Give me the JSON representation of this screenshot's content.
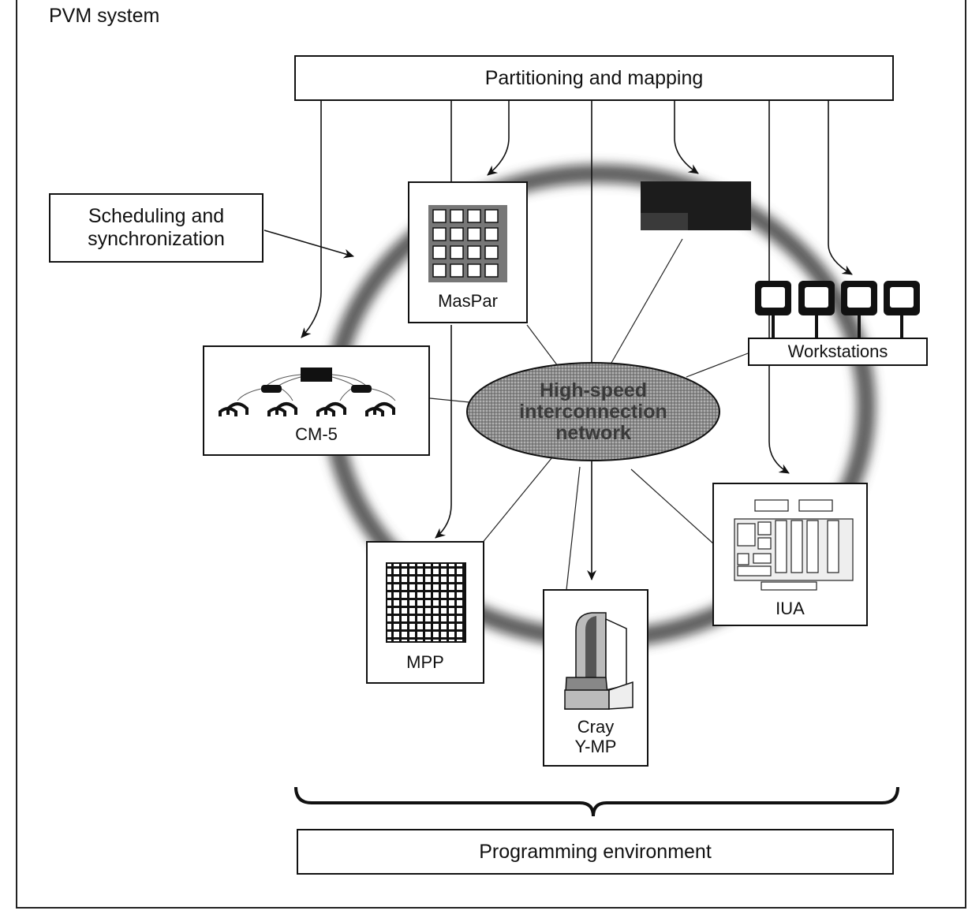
{
  "figure": {
    "title": "PVM system",
    "top_box": "Partitioning and mapping",
    "bottom_box": "Programming environment",
    "scheduling_line1": "Scheduling and",
    "scheduling_line2": "synchronization",
    "network_line1": "High-speed",
    "network_line2": "interconnection",
    "network_line3": "network"
  },
  "nodes": {
    "maspar": "MasPar",
    "cm5": "CM-5",
    "workstations": "Workstations",
    "iua": "IUA",
    "mpp": "MPP",
    "cray_line1": "Cray",
    "cray_line2": "Y-MP"
  }
}
